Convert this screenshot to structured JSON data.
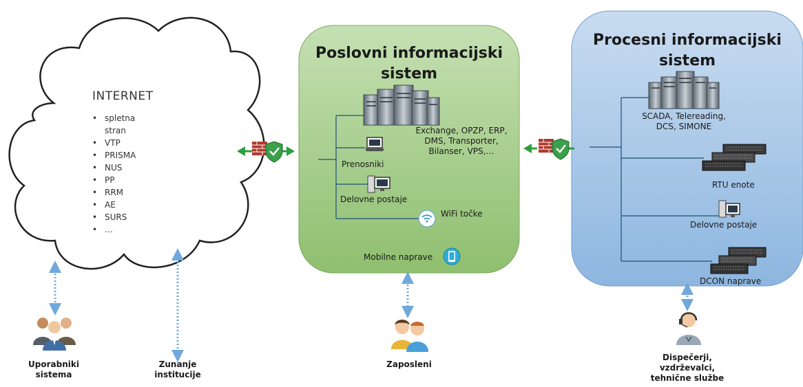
{
  "internet": {
    "title": "INTERNET",
    "items": [
      "spletna stran",
      "VTP",
      "PRISMA",
      "NUS",
      "PP",
      "RRM",
      "AE",
      "SURS",
      "…"
    ]
  },
  "business": {
    "title_line1": "Poslovni informacijski",
    "title_line2": "sistem",
    "server_label": "Exchange, OPZP, ERP, DMS, Transporter, Bilanser, VPS,…",
    "laptops": "Prenosniki",
    "workstations": "Delovne postaje",
    "wifi": "WiFi točke",
    "mobile": "Mobilne naprave"
  },
  "process": {
    "title_line1": "Procesni informacijski",
    "title_line2": "sistem",
    "server_label": "SCADA, Telereading, DCS, SIMONE",
    "rtu": "RTU enote",
    "workstations": "Delovne postaje",
    "dcon": "DCON naprave"
  },
  "people": {
    "users": "Uporabniki sistema",
    "institutions": "Zunanje institucije",
    "employees": "Zaposleni",
    "dispatchers": "Dispečerji, vzdrževalci, tehnične službe"
  },
  "colors": {
    "business_fill": "#a9d18e",
    "process_fill": "#9dc3e6",
    "arrow_green": "#2e9e3e",
    "dotted_arrow": "#6fa8dc"
  }
}
